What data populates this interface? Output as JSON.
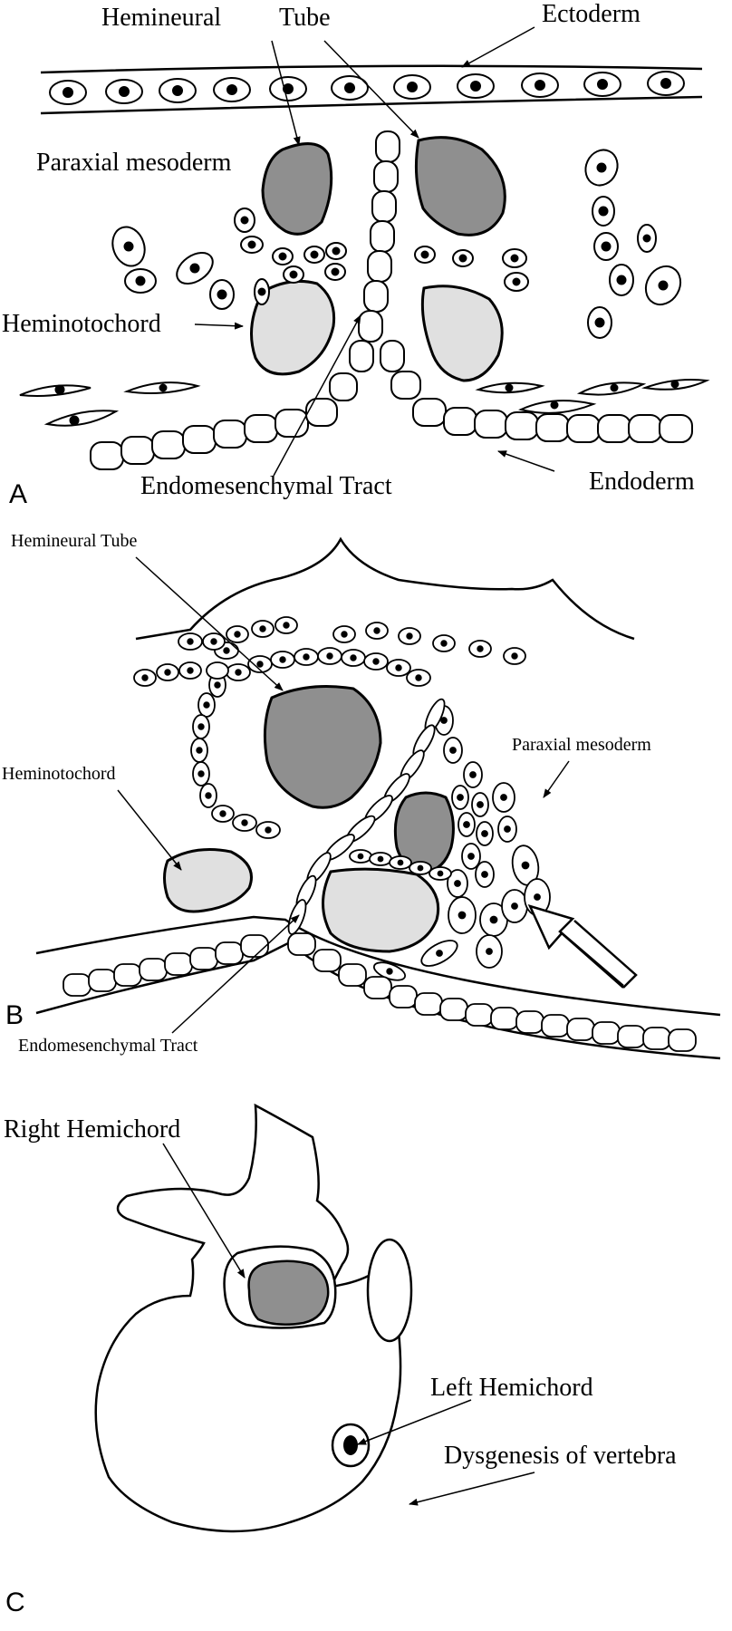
{
  "panel_a": {
    "letter": "A",
    "labels": {
      "hemineural": "Hemineural",
      "tube": "Tube",
      "ectoderm": "Ectoderm",
      "paraxial": "Paraxial mesoderm",
      "heminotochord": "Heminotochord",
      "endomesenchymal": "Endomesenchymal Tract",
      "endoderm": "Endoderm"
    }
  },
  "panel_b": {
    "letter": "B",
    "labels": {
      "hemineural_tube": "Hemineural   Tube",
      "paraxial": "Paraxial mesoderm",
      "heminotochord": "Heminotochord",
      "endomesenchymal": "Endomesenchymal Tract"
    }
  },
  "panel_c": {
    "letter": "C",
    "labels": {
      "right_hemichord": "Right Hemichord",
      "left_hemichord": "Left Hemichord",
      "dysgenesis": "Dysgenesis of vertebra"
    }
  },
  "colors": {
    "dark_gray": "#8f8f8f",
    "light_gray": "#e0e0e0",
    "stroke": "#000000"
  }
}
